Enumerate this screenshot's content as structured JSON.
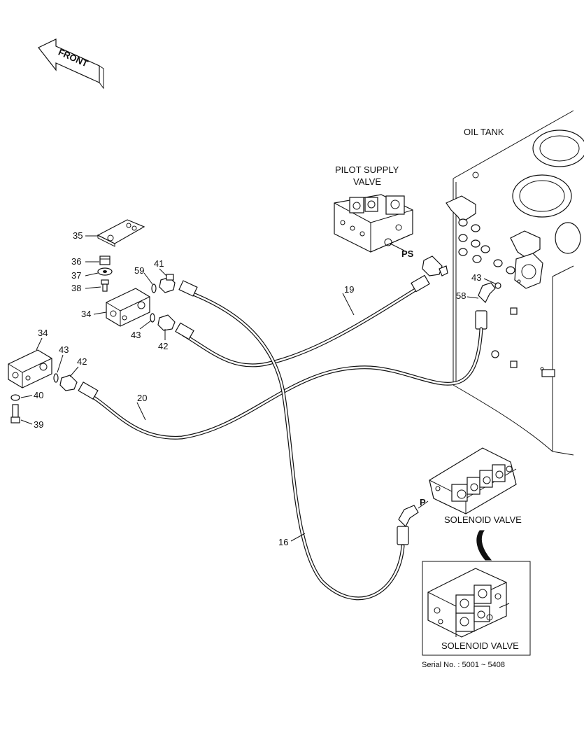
{
  "front_label": "FRONT",
  "components": {
    "oil_tank": "OIL TANK",
    "pilot_supply_valve_line1": "PILOT SUPPLY",
    "pilot_supply_valve_line2": "VALVE",
    "solenoid_valve": "SOLENOID VALVE",
    "inset_solenoid_valve": "SOLENOID VALVE"
  },
  "ports": {
    "ps": "PS",
    "p": "P"
  },
  "part_numbers": {
    "n35": "35",
    "n36": "36",
    "n37": "37",
    "n38": "38",
    "n34a": "34",
    "n59": "59",
    "n41": "41",
    "n43a": "43",
    "n42a": "42",
    "n34b": "34",
    "n43b": "43",
    "n42b": "42",
    "n40": "40",
    "n39": "39",
    "n19": "19",
    "n20": "20",
    "n16": "16",
    "n43c": "43",
    "n58": "58"
  },
  "serial_note": "Serial No.  : 5001 ~ 5408"
}
